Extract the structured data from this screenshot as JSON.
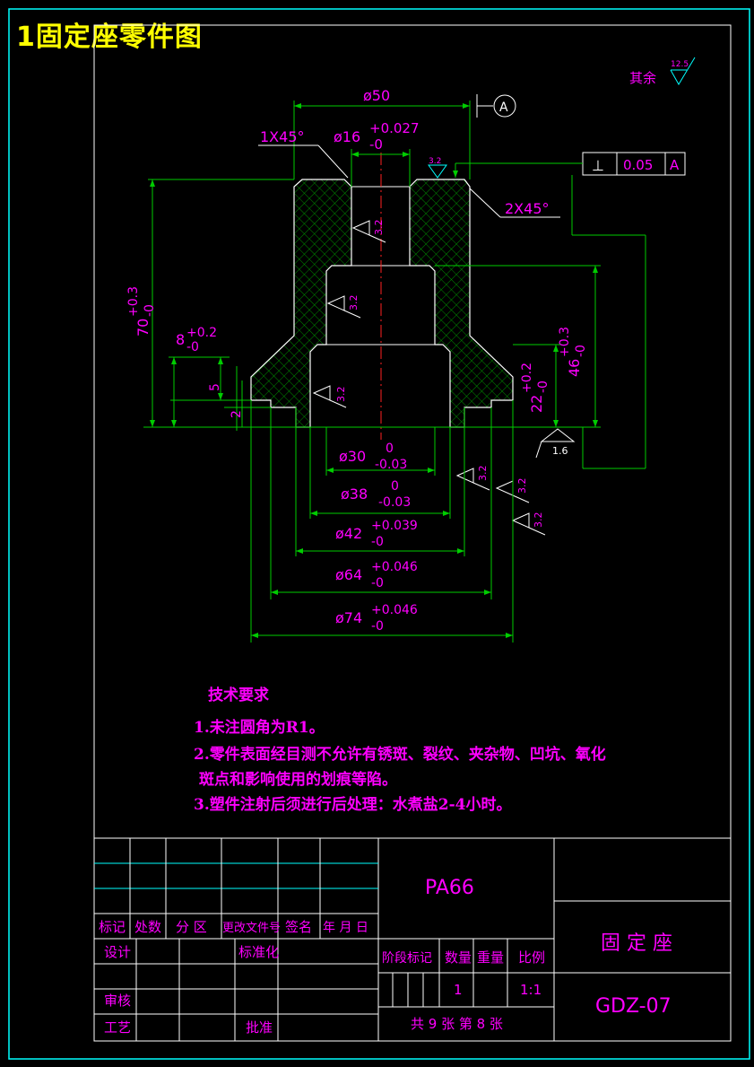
{
  "title": "1固定座零件图",
  "colors": {
    "frame": "#00ffff",
    "dim": "#00cc00",
    "text": "#ff00ff",
    "outline": "#ffffff",
    "hatch": "#00aa00",
    "title": "#ffff00",
    "center": "#ff2222"
  },
  "roughness": {
    "other_label": "其余",
    "other_value": "12.5",
    "inner_value": "3.2",
    "bottom_value": "1.6"
  },
  "dimensions": {
    "overall_dia": "ø50",
    "datum": "A",
    "chamfer_top": "1X45°",
    "chamfer_side": "2X45°",
    "bore16": "ø16",
    "bore16_up": "+0.027",
    "bore16_lo": "-0",
    "tol_symbol": "⊥",
    "tol_value": "0.05",
    "tol_datum": "A",
    "h70": "70",
    "h70_up": "+0.3",
    "h70_lo": "-0",
    "h46": "46",
    "h46_up": "+0.3",
    "h46_lo": "-0",
    "h8": "8",
    "h8_up": "+0.2",
    "h8_lo": "-0",
    "h5": "5",
    "h2": "2",
    "h22": "22",
    "h22_up": "+0.2",
    "h22_lo": "-0",
    "d30": "ø30",
    "d30_up": "0",
    "d30_lo": "-0.03",
    "d38": "ø38",
    "d38_up": "0",
    "d38_lo": "-0.03",
    "d42": "ø42",
    "d42_up": "+0.039",
    "d42_lo": "-0",
    "d64": "ø64",
    "d64_up": "+0.046",
    "d64_lo": "-0",
    "d74": "ø74",
    "d74_up": "+0.046",
    "d74_lo": "-0"
  },
  "tech": {
    "heading": "技术要求",
    "items": [
      "1.未注圆角为R1。",
      "2.零件表面经目测不允许有锈斑、裂纹、夹杂物、凹坑、氧化",
      "斑点和影响使用的划痕等陷。",
      "3.塑件注射后须进行后处理：水煮盐2-4小时。"
    ]
  },
  "title_block": {
    "material": "PA66",
    "part_name": "固 定 座",
    "drawing_no": "GDZ-07",
    "headers": [
      "标记",
      "处数",
      "分 区",
      "更改文件号",
      "签名",
      "年 月 日"
    ],
    "design": "设计",
    "standard": "标准化",
    "check": "审核",
    "craft": "工艺",
    "approve": "批准",
    "stage": "阶段标记",
    "qty_label": "数量",
    "weight_label": "重量",
    "scale_label": "比例",
    "qty": "1",
    "scale": "1:1",
    "sheets": "共 9 张   第 8 张"
  }
}
